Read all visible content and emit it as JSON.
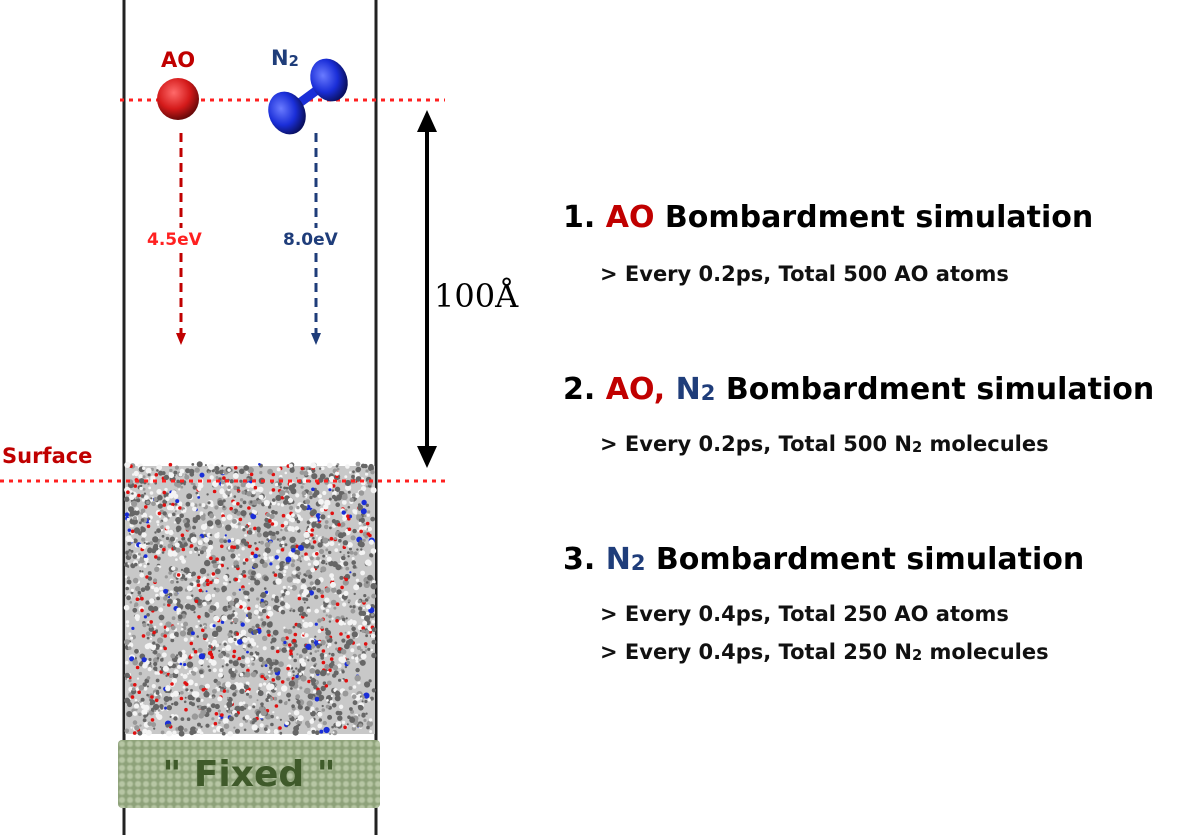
{
  "left": {
    "ao_label": "AO",
    "n2_label": "N",
    "n2_sub": "2",
    "ao_energy": "4.5eV",
    "n2_energy": "8.0eV",
    "distance": "100Å",
    "surface_label": "Surface",
    "fixed_label": "\" Fixed \""
  },
  "items": [
    {
      "num": "1.",
      "species": [
        "AO"
      ],
      "title": "Bombardment simulation",
      "details": [
        "> Every 0.2ps, Total 500 AO atoms"
      ]
    },
    {
      "num": "2.",
      "species": [
        "AO,",
        "N",
        "2"
      ],
      "title": "Bombardment simulation",
      "details": [
        "> Every 0.2ps, Total 500 N",
        "2",
        " molecules"
      ]
    },
    {
      "num": "3.",
      "species": [
        "N",
        "2"
      ],
      "title": "Bombardment simulation",
      "details": [
        "> Every 0.4ps, Total 250 AO atoms",
        "> Every 0.4ps, Total 250 N",
        "2",
        " molecules"
      ]
    }
  ],
  "colors": {
    "ao": "#c00000",
    "n2": "#1f3d7a",
    "surface_line": "#ff2020"
  }
}
